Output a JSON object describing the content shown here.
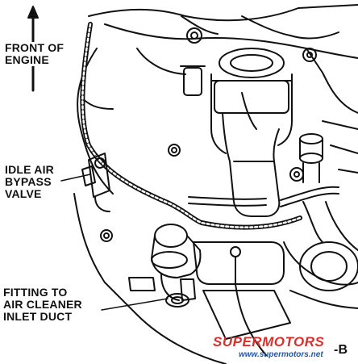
{
  "labels": {
    "front_line1": "FRONT OF",
    "front_line2": "ENGINE",
    "iab_line1": "IDLE AIR",
    "iab_line2": "BYPASS",
    "iab_line3": "VALVE",
    "fit_line1": "FITTING TO",
    "fit_line2": "AIR CLEANER",
    "fit_line3": "INLET DUCT",
    "figure_code_suffix": "-B"
  },
  "watermark": {
    "brand": "SUPERMOTORS",
    "url": "www.supermotors.net"
  },
  "colors": {
    "ink": "#111111",
    "paper": "#ffffff",
    "watermark_red": "#d8302c",
    "watermark_blue": "#2457a8"
  }
}
